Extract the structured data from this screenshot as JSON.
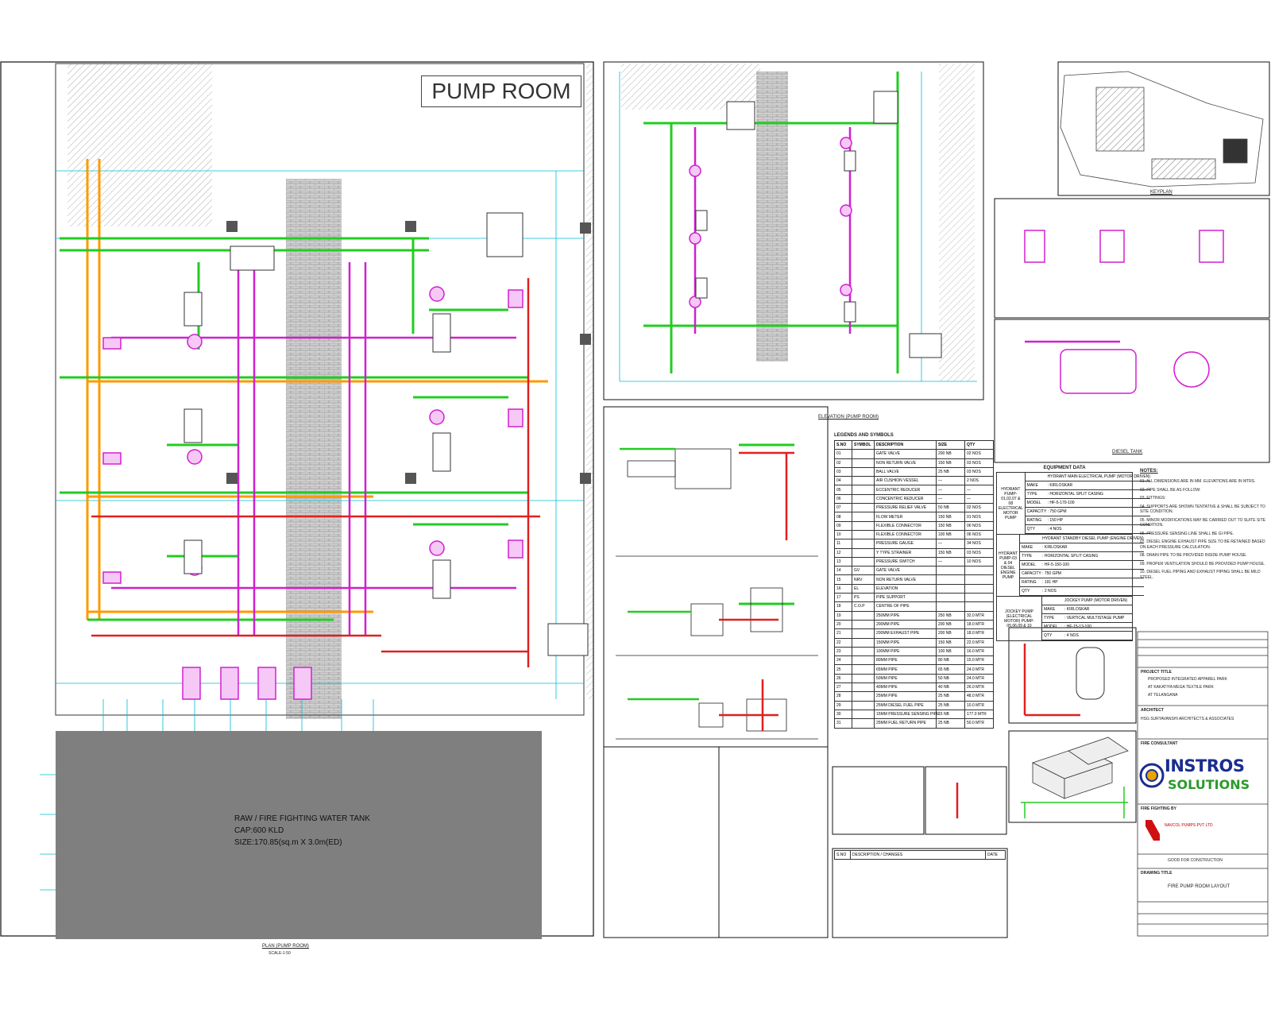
{
  "drawing": {
    "title": "PUMP ROOM",
    "plan_caption": "PLAN (PUMP ROOM)",
    "plan_scale": "SCALE-1:50",
    "tank": {
      "line1": "RAW / FIRE FIGHTING WATER TANK",
      "line2": "CAP:600 KLD",
      "line3": "SIZE:170.85(sq.m X 3.0m(ED)"
    },
    "elevation_caption": "ELEVATION (PUMP ROOM)",
    "keyplan_caption": "KEYPLAN",
    "diesel_tank_caption": "DIESEL TANK",
    "legend_title": "LEGENDS AND SYMBOLS",
    "legend_headers": [
      "S.NO",
      "SYMBOL",
      "DESCRIPTION",
      "SIZE",
      "QTY"
    ],
    "legend_rows": [
      [
        "01",
        "",
        "GATE VALVE",
        "200 NB",
        "02 NOS"
      ],
      [
        "02",
        "",
        "NON RETURN VALVE",
        "150 NB",
        "03 NOS"
      ],
      [
        "03",
        "",
        "BALL VALVE",
        "25 NB",
        "03 NOS"
      ],
      [
        "04",
        "",
        "AIR CUSHION VESSEL",
        "—",
        "2 NOS"
      ],
      [
        "05",
        "",
        "ECCENTRIC REDUCER",
        "—",
        "—"
      ],
      [
        "06",
        "",
        "CONCENTRIC REDUCER",
        "—",
        "—"
      ],
      [
        "07",
        "",
        "PRESSURE RELIEF VALVE",
        "50 NB",
        "02 NOS"
      ],
      [
        "08",
        "",
        "FLOW METER",
        "150 NB",
        "01 NOS"
      ],
      [
        "09",
        "",
        "FLEXIBLE CONNECTOR",
        "150 NB",
        "06 NOS"
      ],
      [
        "10",
        "",
        "FLEXIBLE CONNECTOR",
        "100 NB",
        "06 NOS"
      ],
      [
        "11",
        "",
        "PRESSURE GAUGE",
        "—",
        "34 NOS"
      ],
      [
        "12",
        "",
        "Y TYPE STRAINER",
        "150 NB",
        "03 NOS"
      ],
      [
        "13",
        "",
        "PRESSURE SWITCH",
        "—",
        "10 NOS"
      ],
      [
        "14",
        "GV",
        "GATE VALVE",
        "",
        ""
      ],
      [
        "15",
        "NRV",
        "NON RETURN VALVE",
        "",
        ""
      ],
      [
        "16",
        "EL",
        "ELEVATION",
        "",
        ""
      ],
      [
        "17",
        "PS",
        "PIPE SUPPORT",
        "",
        ""
      ],
      [
        "18",
        "C.O.P",
        "CENTRE OF PIPE",
        "",
        ""
      ],
      [
        "19",
        "",
        "250MM PIPE",
        "250 NB",
        "32.0 MTR"
      ],
      [
        "20",
        "",
        "200MM PIPE",
        "200 NB",
        "18.0 MTR"
      ],
      [
        "21",
        "",
        "200MM EXHAUST PIPE",
        "200 NB",
        "18.0 MTR"
      ],
      [
        "22",
        "",
        "150MM PIPE",
        "150 NB",
        "22.0 MTR"
      ],
      [
        "23",
        "",
        "100MM PIPE",
        "100 NB",
        "16.0 MTR"
      ],
      [
        "24",
        "",
        "80MM PIPE",
        "80 NB",
        "15.0 MTR"
      ],
      [
        "25",
        "",
        "65MM PIPE",
        "65 NB",
        "24.0 MTR"
      ],
      [
        "26",
        "",
        "50MM PIPE",
        "50 NB",
        "24.0 MTR"
      ],
      [
        "27",
        "",
        "40MM PIPE",
        "40 NB",
        "26.0 MTR"
      ],
      [
        "28",
        "",
        "25MM PIPE",
        "25 NB",
        "48.0 MTR"
      ],
      [
        "29",
        "",
        "25MM DIESEL FUEL PIPE",
        "25 NB",
        "10.0 MTR"
      ],
      [
        "30",
        "",
        "15MM PRESSURE SENSING PIPE",
        "15 NB",
        "177.0 MTR"
      ],
      [
        "31",
        "",
        "25MM FUEL RETURN PIPE",
        "25 NB",
        "50.0 MTR"
      ]
    ],
    "equipment_title": "EQUIPMENT DATA",
    "equipment": [
      {
        "tag": "HYDRANT PUMP-01,02,07 & 08 ELECTRICAL MOTOR PUMP",
        "rows": [
          [
            "",
            "HYDRANT MAIN ELECTRICAL PUMP (MOTOR DRIVEN)"
          ],
          [
            "MAKE",
            ": KIRLOSKAR"
          ],
          [
            "TYPE",
            ": HORIZONTAL SPLIT CASING"
          ],
          [
            "MODEL",
            ": HF-5-170-100"
          ],
          [
            "CAPACITY",
            ": 750 GPM"
          ],
          [
            "RATING",
            ": 150 HP"
          ],
          [
            "QTY",
            ": 4 NOS"
          ]
        ]
      },
      {
        "tag": "HYDRANT PUMP-03 & 04 DIESEL ENGINE PUMP",
        "rows": [
          [
            "",
            "HYDRANT STANDBY DIESEL PUMP (ENGINE DRIVEN)"
          ],
          [
            "MAKE",
            ": KIRLOSKAR"
          ],
          [
            "TYPE",
            ": HORIZONTAL SPLIT CASING"
          ],
          [
            "MODEL",
            ": HF-5-150-100"
          ],
          [
            "CAPACITY",
            ": 750 GPM"
          ],
          [
            "RATING",
            ": 191 HP"
          ],
          [
            "QTY",
            ": 2 NOS"
          ]
        ]
      },
      {
        "tag": "JOCKEY PUMP (ELECTRICAL MOTOR) PUMP-05,06,09 & 10",
        "rows": [
          [
            "",
            "JOCKEY PUMP (MOTOR DRIVEN)"
          ],
          [
            "MAKE",
            ": KIRLOSKAR"
          ],
          [
            "TYPE",
            ": VERTICAL MULTISTAGE PUMP"
          ],
          [
            "MODEL",
            ": HF-15-13-100"
          ],
          [
            "QTY",
            ": 4 NOS"
          ]
        ]
      }
    ],
    "notes_title": "NOTES:",
    "notes": [
      "01. ALL DIMENSIONS ARE IN MM. ELEVATIONS ARE IN MTRS.",
      "02. PIPE SHALL BE AS FOLLOW:",
      "03. FITTINGS:",
      "04. SUPPORTS ARE SHOWN TENTATIVE & SHALL BE SUBJECT TO SITE CONDITION.",
      "05. MINOR MODIFICATIONS MAY BE CARRIED OUT TO SUITE SITE CONDITION.",
      "06. PRESSURE SENSING LINE SHALL BE GI PIPE.",
      "07. DIESEL ENGINE EXHAUST PIPE SIZE TO BE RETAINED BASED ON EACH PRESSURE CALCULATION.",
      "08. DRAIN PIPE TO BE PROVIDED INSIDE PUMP HOUSE.",
      "09. PROPER VENTILATION SHOULD BE PROVIDED PUMP HOUSE.",
      "10. DIESEL FUEL PIPING AND EXHAUST PIPING SHALL BE MILD STEEL."
    ],
    "project_label": "PROJECT TITLE",
    "project_lines": [
      "PROPOSED INTEGRATED APPAREL PARK",
      "AT KAKATIYA MEGA TEXTILE PARK",
      "AT TELANGANA"
    ],
    "architect_label": "ARCHITECT",
    "architect_name": "HSG SURYAVANSHI ARCHITECTS & ASSOCIATES",
    "consultant_label": "FIRE CONSULTANT",
    "logo_line1": "INSTROS",
    "logo_line2": "SOLUTIONS",
    "contractor_label": "FIRE FIGHTING BY",
    "contractor_name": "NAVCOL PUMPS PVT LTD",
    "construction_label": "GOOD FOR CONSTRUCTION",
    "drawing_title_label": "DRAWING TITLE",
    "drawing_title": "FIRE PUMP ROOM LAYOUT",
    "revision_header": [
      "S.NO",
      "DESCRIPTION / CHANGES",
      "DATE"
    ],
    "colors": {
      "green": "#22cc22",
      "cyan": "#00bcd4",
      "magenta": "#d020d0",
      "orange": "#ff9900",
      "red": "#e02020",
      "tank_grey": "#7f7f7f",
      "brick": "#bdbdbd",
      "logo_blue": "#1a2d8f",
      "logo_green": "#2a9a2a"
    }
  }
}
